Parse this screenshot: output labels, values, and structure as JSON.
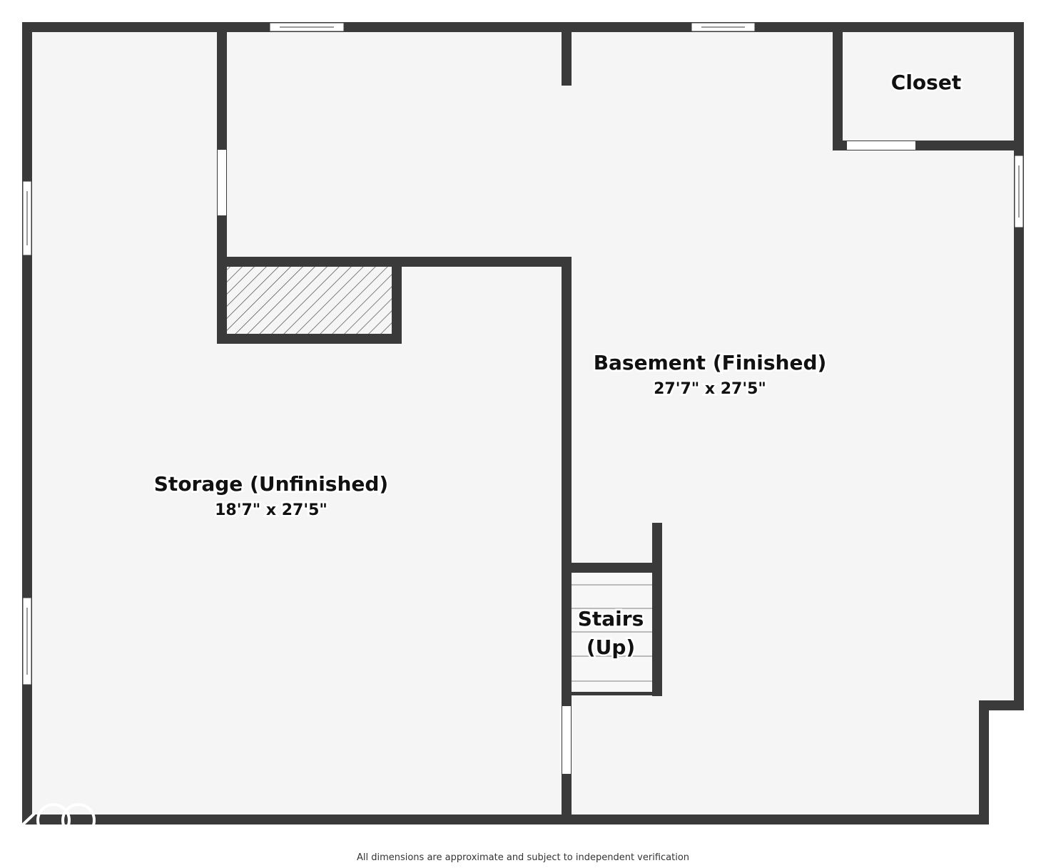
{
  "rooms": {
    "closet": {
      "name": "Closet"
    },
    "basement": {
      "name": "Basement (Finished)",
      "dimensions": "27'7\" x 27'5\""
    },
    "storage": {
      "name": "Storage (Unfinished)",
      "dimensions": "18'7\" x 27'5\""
    },
    "stairs": {
      "name_line1": "Stairs",
      "name_line2": "(Up)"
    }
  },
  "footer": {
    "disclaimer": "All dimensions are approximate and subject to independent verification"
  },
  "colors": {
    "wall": "#3a3a3a",
    "floor": "#f5f5f5"
  }
}
